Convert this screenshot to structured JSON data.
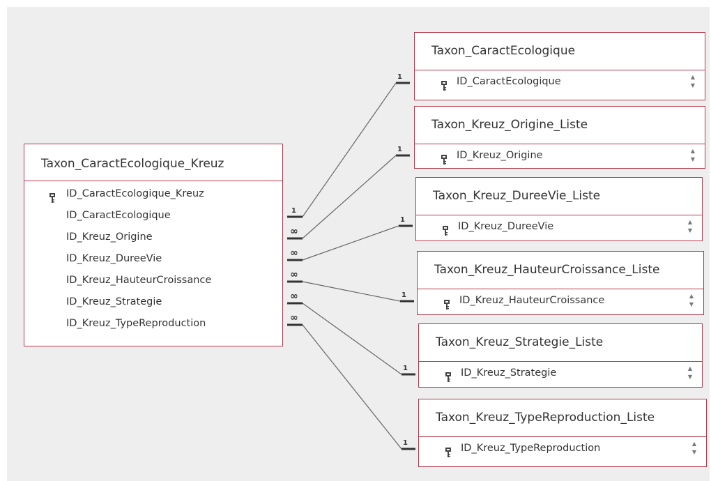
{
  "colors": {
    "border": "#b03a4c",
    "canvas": "#eeeeee",
    "line": "#666666",
    "text": "#333333"
  },
  "main_table": {
    "title": "Taxon_CaractEcologique_Kreuz",
    "fields": [
      {
        "label": "ID_CaractEcologique_Kreuz",
        "primary_key": true
      },
      {
        "label": "ID_CaractEcologique",
        "primary_key": false
      },
      {
        "label": "ID_Kreuz_Origine",
        "primary_key": false
      },
      {
        "label": "ID_Kreuz_DureeVie",
        "primary_key": false
      },
      {
        "label": "ID_Kreuz_HauteurCroissance",
        "primary_key": false
      },
      {
        "label": "ID_Kreuz_Strategie",
        "primary_key": false
      },
      {
        "label": "ID_Kreuz_TypeReproduction",
        "primary_key": false
      }
    ]
  },
  "lookup_tables": [
    {
      "title": "Taxon_CaractEcologique",
      "field": "ID_CaractEcologique"
    },
    {
      "title": "Taxon_Kreuz_Origine_Liste",
      "field": "ID_Kreuz_Origine"
    },
    {
      "title": "Taxon_Kreuz_DureeVie_Liste",
      "field": "ID_Kreuz_DureeVie"
    },
    {
      "title": "Taxon_Kreuz_HauteurCroissance_Liste",
      "field": "ID_Kreuz_HauteurCroissance"
    },
    {
      "title": "Taxon_Kreuz_Strategie_Liste",
      "field": "ID_Kreuz_Strategie"
    },
    {
      "title": "Taxon_Kreuz_TypeReproduction_Liste",
      "field": "ID_Kreuz_TypeReproduction"
    }
  ],
  "relationships": [
    {
      "from_field": "ID_CaractEcologique",
      "to_table": "Taxon_CaractEcologique",
      "source_end": "1",
      "target_end": "1"
    },
    {
      "from_field": "ID_Kreuz_Origine",
      "to_table": "Taxon_Kreuz_Origine_Liste",
      "source_end": "∞",
      "target_end": "1"
    },
    {
      "from_field": "ID_Kreuz_DureeVie",
      "to_table": "Taxon_Kreuz_DureeVie_Liste",
      "source_end": "∞",
      "target_end": "1"
    },
    {
      "from_field": "ID_Kreuz_HauteurCroissance",
      "to_table": "Taxon_Kreuz_HauteurCroissance_Liste",
      "source_end": "∞",
      "target_end": "1"
    },
    {
      "from_field": "ID_Kreuz_Strategie",
      "to_table": "Taxon_Kreuz_Strategie_Liste",
      "source_end": "∞",
      "target_end": "1"
    },
    {
      "from_field": "ID_Kreuz_TypeReproduction",
      "to_table": "Taxon_Kreuz_TypeReproduction_Liste",
      "source_end": "∞",
      "target_end": "1"
    }
  ],
  "icons": {
    "key": "key-icon",
    "scroll_up": "scroll-up-icon",
    "scroll_down": "scroll-down-icon"
  },
  "scroll_arrows": {
    "up": "▲",
    "down": "▼"
  }
}
